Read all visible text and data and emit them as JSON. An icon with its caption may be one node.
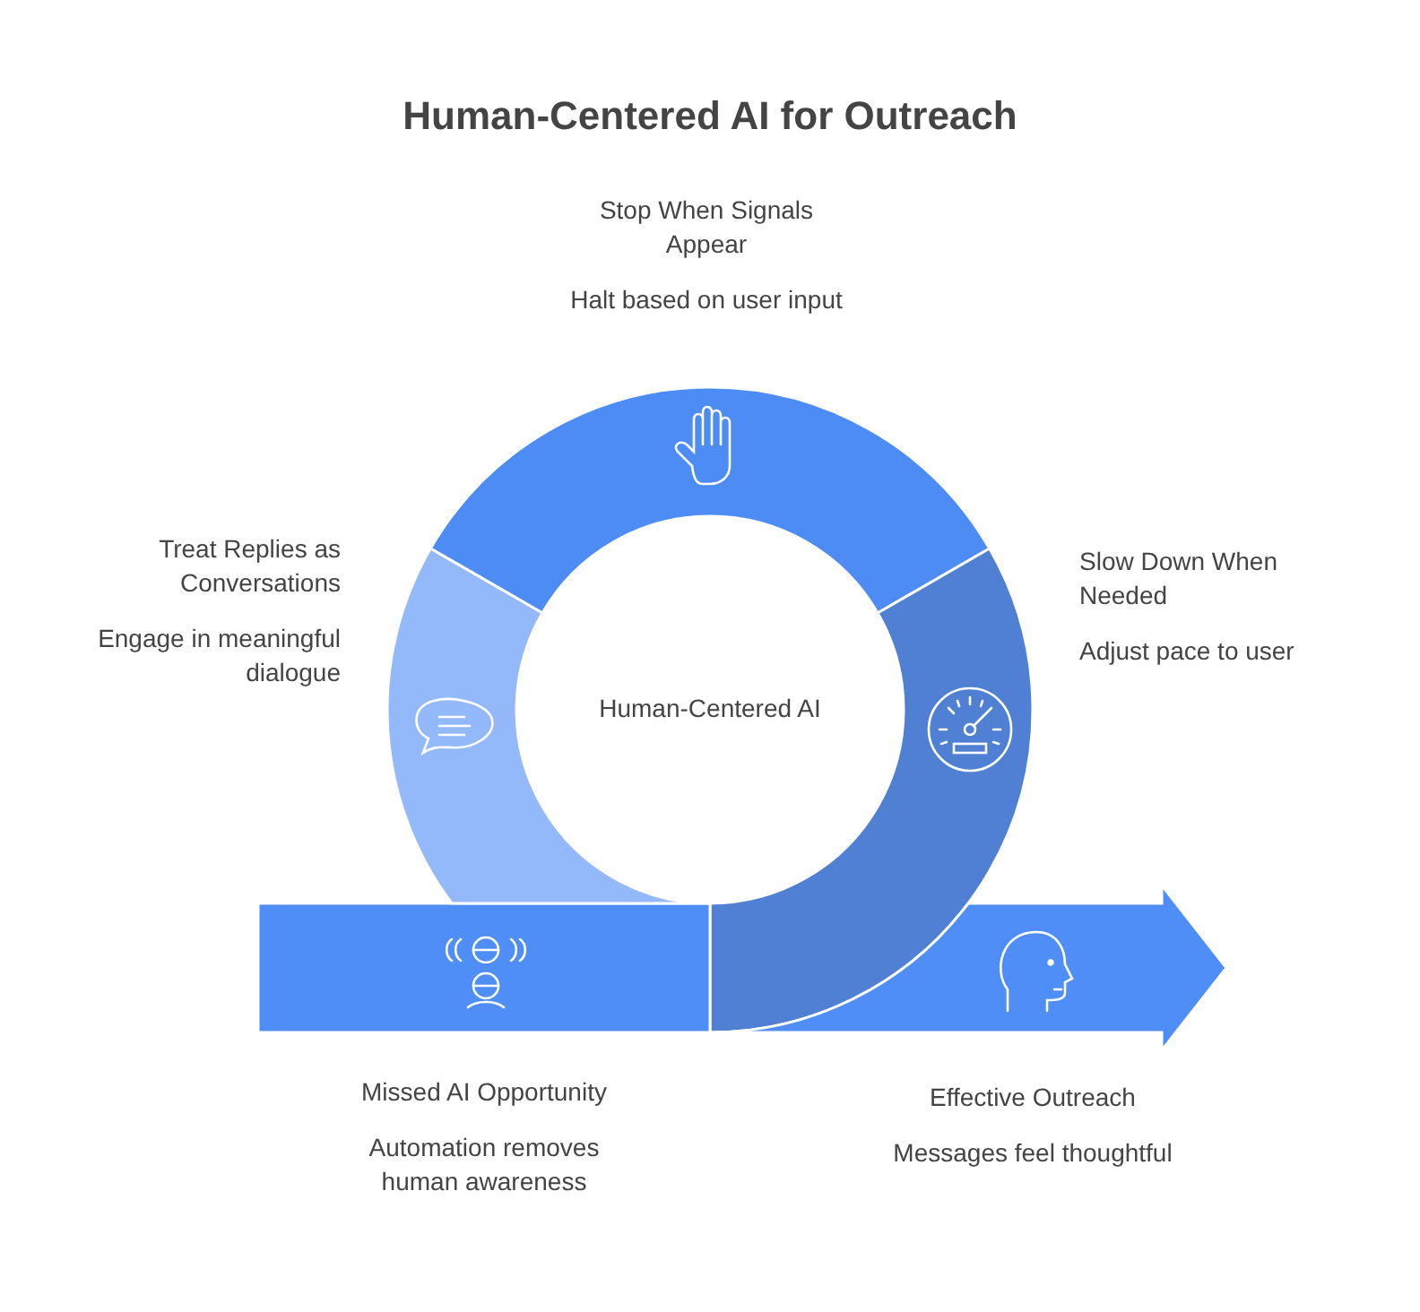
{
  "diagram": {
    "title": "Human-Centered AI for Outreach",
    "nodes": [
      {
        "text": [
          "Human-Centered AI"
        ]
      },
      {
        "text": [
          "Stop When Signals Appear",
          "Halt based on user input"
        ]
      },
      {
        "text": [
          "Treat Replies as Conversations",
          "Engage in meaningful dialogue"
        ]
      },
      {
        "text": [
          "Slow Down When Needed",
          "Adjust pace to user"
        ]
      },
      {
        "text": [
          "Missed AI Opportunity",
          "Automation removes human awareness"
        ]
      },
      {
        "text": [
          "Effective Outreach",
          "Messages feel thoughtful"
        ]
      }
    ]
  }
}
